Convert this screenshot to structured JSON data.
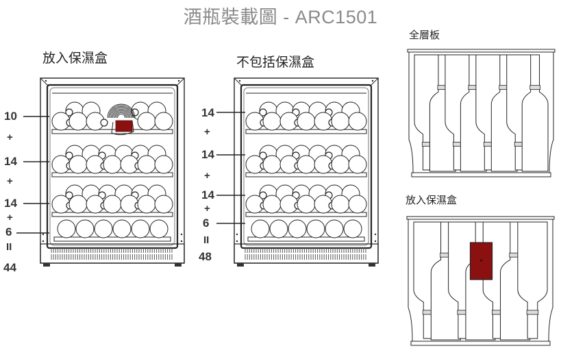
{
  "title": "酒瓶裝載圖 - ARC1501",
  "colors": {
    "humidity_box": "#8b1111",
    "line": "#222222",
    "title": "#8a8a8a"
  },
  "left_fridge": {
    "caption": "放入保濕盒",
    "shelf_counts": [
      "10",
      "14",
      "14",
      "6"
    ],
    "operators": [
      "+",
      "+",
      "+",
      "="
    ],
    "operator_equals": "II",
    "total": "44",
    "has_humidity_box": true
  },
  "middle_fridge": {
    "caption": "不包括保濕盒",
    "shelf_counts": [
      "14",
      "14",
      "14",
      "6"
    ],
    "operators": [
      "+",
      "+",
      "+"
    ],
    "operator_equals": "II",
    "total": "48",
    "has_humidity_box": false
  },
  "shelf_full": {
    "caption": "全層板",
    "bottles": 8
  },
  "shelf_with_box": {
    "caption": "放入保濕盒",
    "bottles": 7,
    "has_humidity_box": true
  }
}
